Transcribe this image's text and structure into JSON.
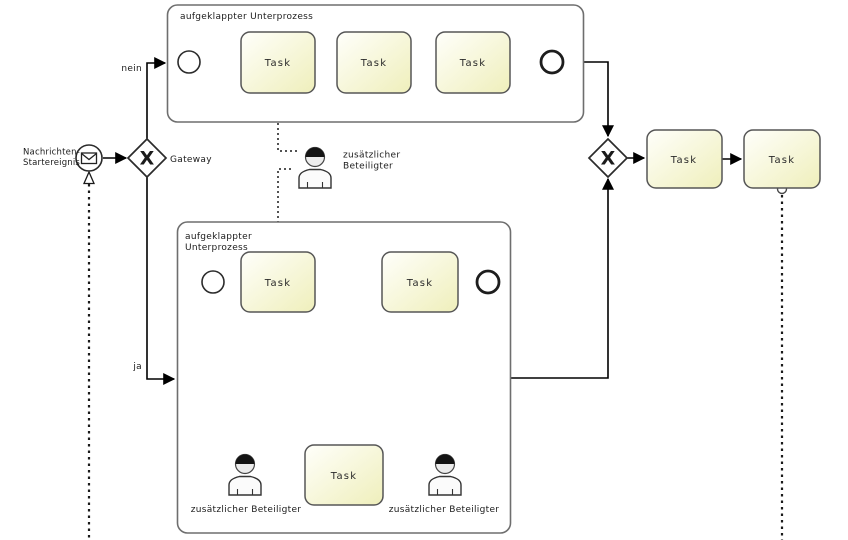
{
  "colors": {
    "task_fill_top": "#fffffb",
    "task_fill_bottom": "#efefbb",
    "task_border": "#565656",
    "subprocess_border": "#6e6e6e",
    "flow_line": "#000000",
    "text": "#1b1b1b"
  },
  "start_event": {
    "label_line1": "Nachrichten-",
    "label_line2": "Startereignis"
  },
  "gateway_split": {
    "symbol": "X",
    "label": "Gateway"
  },
  "gateway_join": {
    "symbol": "X"
  },
  "branches": {
    "no_label": "nein",
    "yes_label": "ja"
  },
  "subprocess_top": {
    "title": "aufgeklappter Unterprozess",
    "tasks": [
      "Task",
      "Task",
      "Task"
    ]
  },
  "subprocess_bottom": {
    "title_line1": "aufgeklappter",
    "title_line2": "Unterprozess",
    "tasks": [
      "Task",
      "Task",
      "Task"
    ]
  },
  "final_tasks": [
    "Task",
    "Task"
  ],
  "actor_top": {
    "label_line1": "zusätzlicher",
    "label_line2": "Beteiligter"
  },
  "actor_bottom_left": {
    "label": "zusätzlicher Beteiligter"
  },
  "actor_bottom_right": {
    "label": "zusätzlicher Beteiligter"
  }
}
